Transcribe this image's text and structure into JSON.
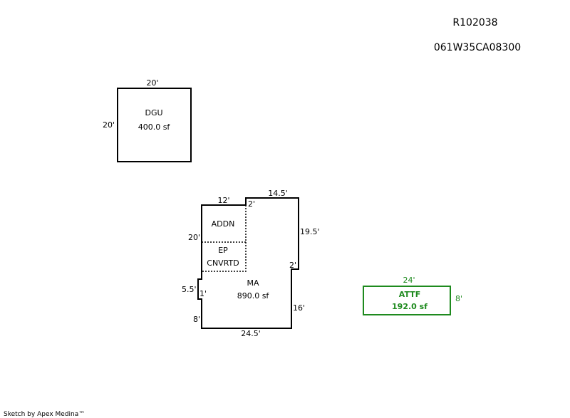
{
  "header": {
    "account_id": "R102038",
    "map_tax_lot": "061W35CA08300"
  },
  "sketch": {
    "dgu": {
      "code": "DGU",
      "area": "400.0 sf",
      "dims": {
        "top": "20'",
        "left": "20'"
      }
    },
    "ma": {
      "code": "MA",
      "area": "890.0 sf",
      "dims": {
        "top_left": "12'",
        "top_right": "14.5'",
        "right_upper": "19.5'",
        "notch_step": "2'",
        "right_lower": "16'",
        "bottom": "24.5'",
        "left_upper": "20'",
        "left_mid": "5.5'",
        "left_jog": "1'",
        "left_lower": "8'",
        "inner_step": "2'"
      }
    },
    "addn": {
      "code": "ADDN"
    },
    "ep": {
      "code_line1": "EP",
      "code_line2": "CNVRTD"
    },
    "attf": {
      "code": "ATTF",
      "area": "192.0 sf",
      "dims": {
        "top": "24'",
        "right": "8'"
      },
      "color": "#1e8a1e"
    }
  },
  "footer": {
    "credit": "Sketch by Apex Medina™"
  }
}
